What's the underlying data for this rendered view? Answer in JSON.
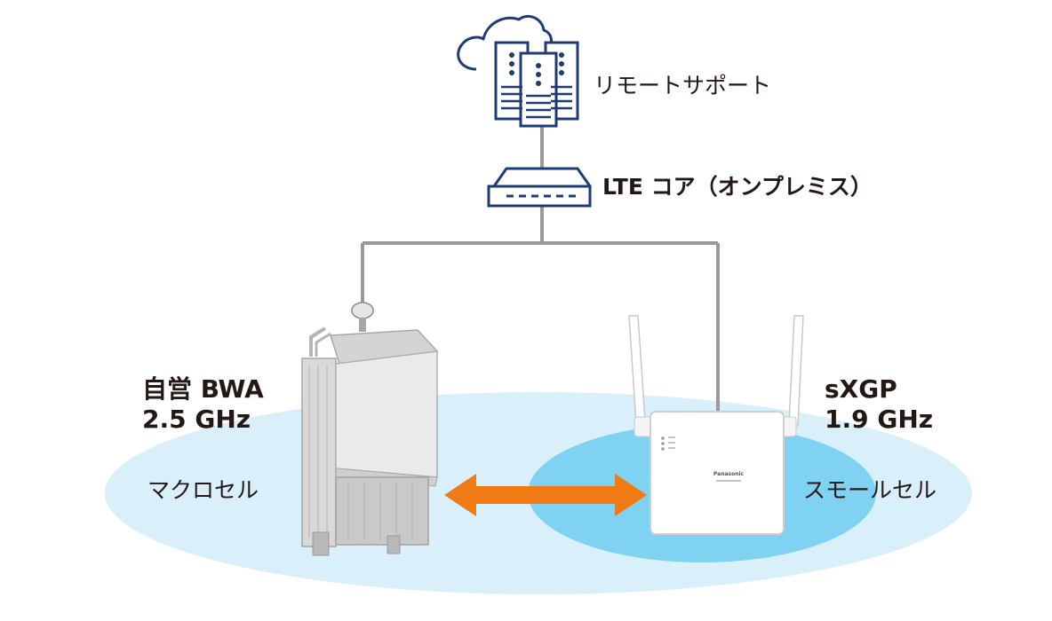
{
  "nodes": {
    "remote_support": {
      "label": "リモートサポート"
    },
    "lte_core": {
      "label": "LTE コア（オンプレミス）"
    },
    "bwa": {
      "line1": "自営 BWA",
      "line2": "2.5 GHz"
    },
    "sxgp": {
      "line1": "sXGP",
      "line2": "1.9 GHz",
      "device_brand": "Panasonic"
    }
  },
  "cells": {
    "macro": {
      "label": "マクロセル"
    },
    "small": {
      "label": "スモールセル"
    }
  },
  "colors": {
    "icon_navy": "#1f3b73",
    "line_gray": "#9a9a9a",
    "macro_cell": "#d9f0fa",
    "small_cell": "#7fd2f2",
    "arrow": "#f07a14"
  }
}
